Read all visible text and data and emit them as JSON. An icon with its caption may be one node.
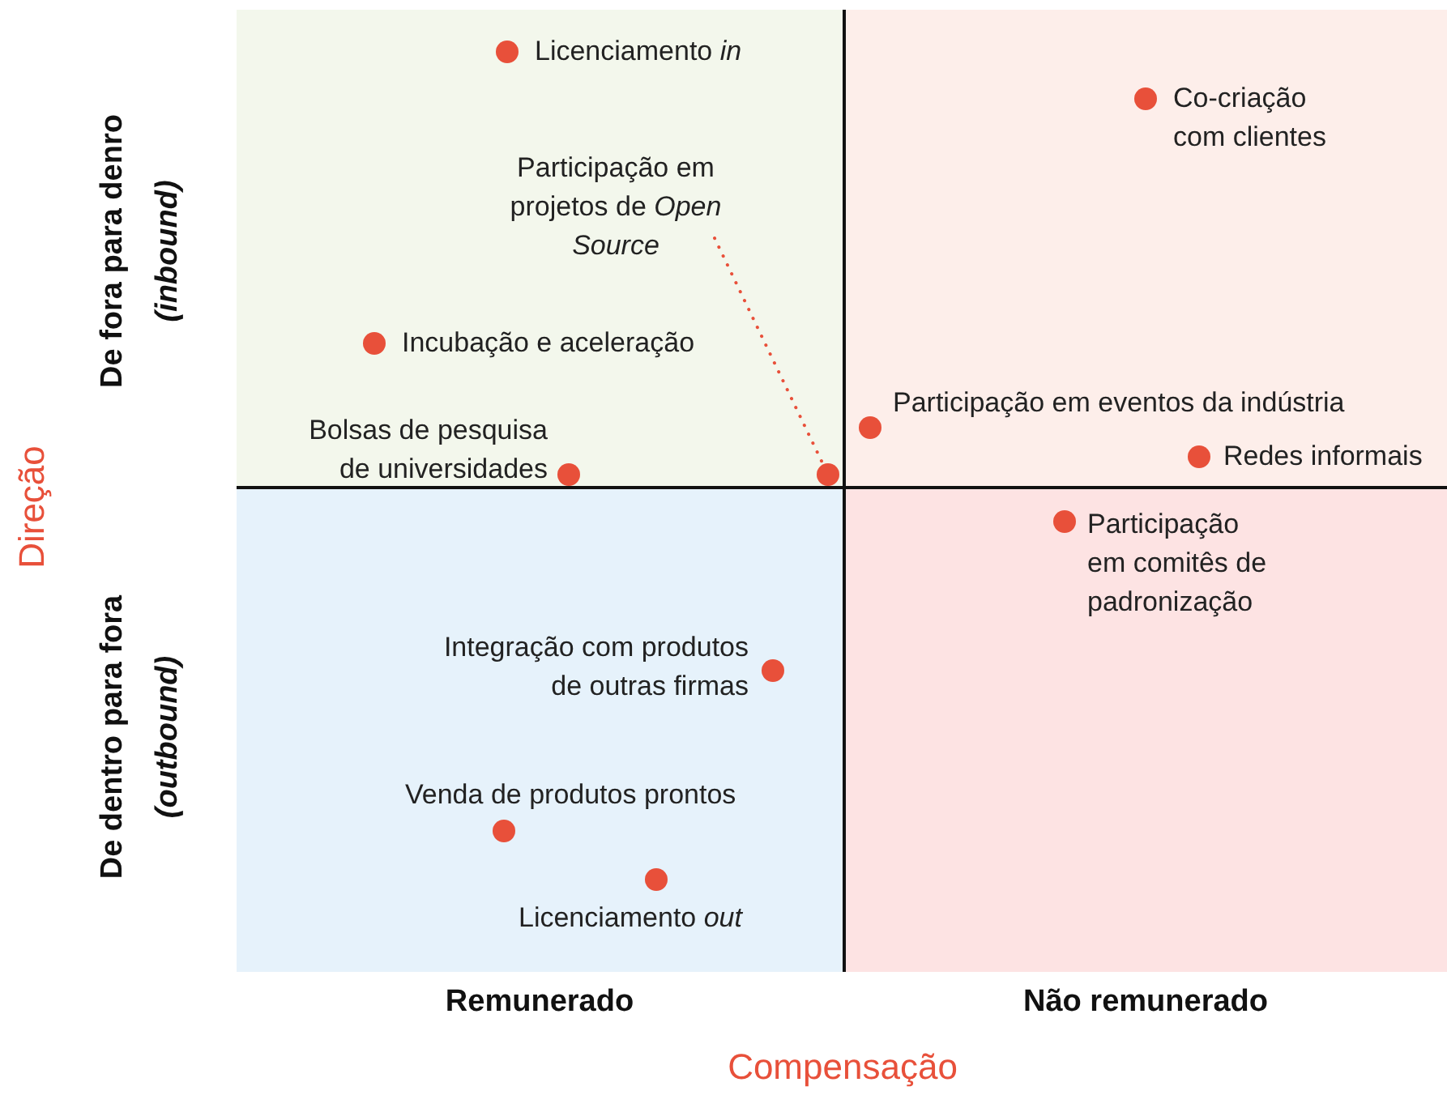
{
  "diagram": {
    "nodes": [
      {
        "text": [],
        "shape": "box"
      },
      {
        "text": [],
        "shape": "box"
      },
      {
        "text": [],
        "shape": "box"
      },
      {
        "text": [],
        "shape": "box"
      },
      {
        "text": [
          "Licenciamento *in*"
        ],
        "in": 0
      },
      {
        "text": [
          "Co-criação com clientes"
        ],
        "in": 1
      },
      {
        "text": [
          "Participação em projetos de *Open Source*"
        ],
        "in": 0
      },
      {
        "text": [
          "Incubação e aceleração"
        ],
        "in": 0
      },
      {
        "text": [
          "Participação em eventos da indústria"
        ],
        "in": 1
      },
      {
        "text": [
          "Redes informais"
        ],
        "in": 1
      },
      {
        "text": [
          "Bolsas de pesquisa de universidades"
        ],
        "in": 0
      },
      {
        "text": [],
        "shape": "circle",
        "in": 0
      },
      {
        "text": [
          "Participação em comitês de padronização"
        ],
        "in": 3
      },
      {
        "text": [
          "Integração com produtos de outras firmas"
        ],
        "in": 2
      },
      {
        "text": [
          "Venda de produtos prontos"
        ],
        "in": 2
      },
      {
        "text": [
          "Licenciamento *out*"
        ],
        "in": 2
      }
    ],
    "edges": [
      {
        "from": 6,
        "to": 11,
        "arrow": "none",
        "style": "dashed"
      }
    ],
    "labels": [
      "Direção",
      "De fora para denro",
      "(inbound)",
      "De dentro para fora",
      "(outbound)",
      "Remunerado",
      "Não remunerado",
      "Compensação"
    ]
  }
}
